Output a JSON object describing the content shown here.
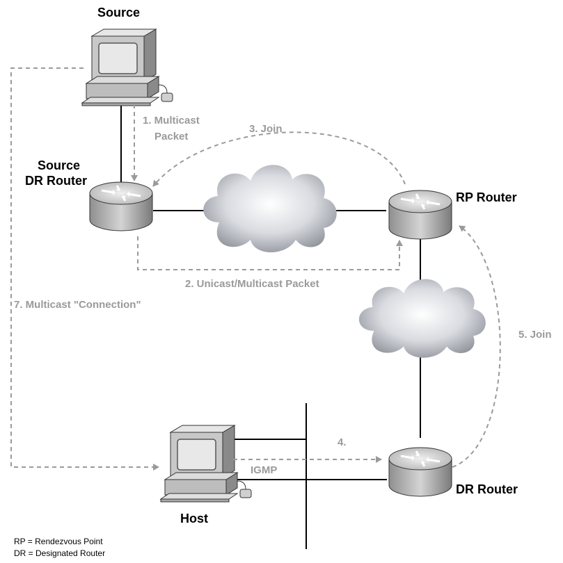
{
  "nodes": {
    "source": "Source",
    "source_dr": [
      "Source",
      "DR Router"
    ],
    "rp": "RP Router",
    "dr": "DR Router",
    "host": "Host"
  },
  "steps": {
    "s1": [
      "1. Multicast",
      "Packet"
    ],
    "s2": "2. Unicast/Multicast Packet",
    "s3": "3. Join",
    "s4": "4.",
    "s4_sub": "IGMP",
    "s5": "5. Join",
    "s7": "7. Multicast \"Connection\""
  },
  "legend": [
    "RP = Rendezvous Point",
    "DR = Designated Router"
  ],
  "colors": {
    "arrow": "#9a9a9a",
    "line": "#000000"
  }
}
